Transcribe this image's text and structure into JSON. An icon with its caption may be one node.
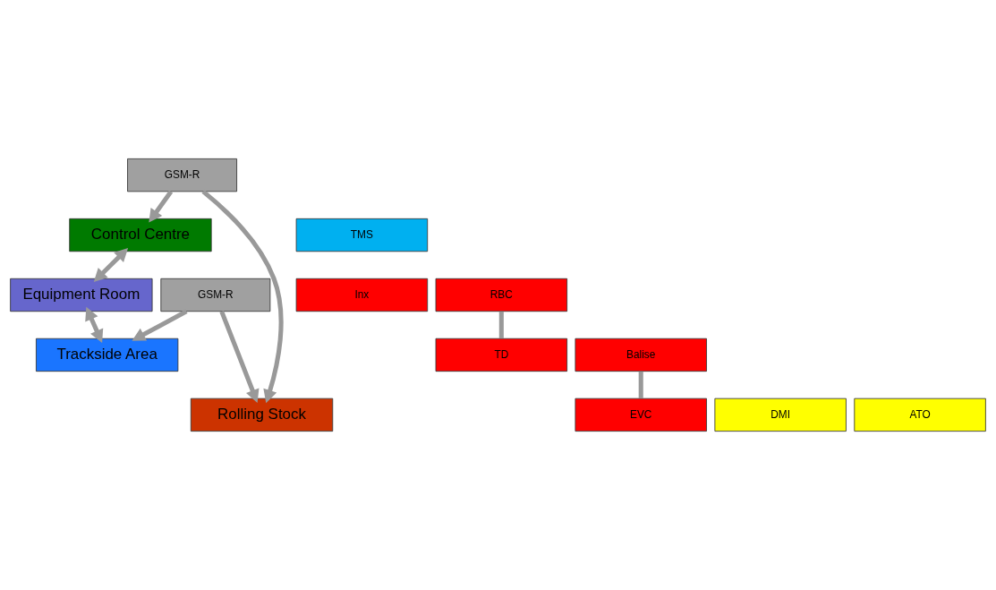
{
  "diagram": {
    "nodes": [
      {
        "text": [
          "Control Centre"
        ]
      },
      {
        "text": [
          "TMS"
        ]
      },
      {
        "text": [
          "Equipment Room"
        ]
      },
      {
        "text": [
          "Inx"
        ]
      },
      {
        "text": [
          "RBC"
        ]
      },
      {
        "text": [
          "Trackside Area"
        ]
      },
      {
        "text": [
          "TD"
        ]
      },
      {
        "text": [
          "Balise"
        ]
      },
      {
        "text": [
          "GSM-R"
        ]
      },
      {
        "text": [
          "GSM-R"
        ]
      },
      {
        "text": [
          "Rolling Stock"
        ]
      },
      {
        "text": [
          "EVC"
        ]
      },
      {
        "text": [
          "DMI"
        ]
      },
      {
        "text": [
          "ATO"
        ]
      }
    ],
    "edges": [
      {
        "from": 0,
        "to": 2,
        "arrow": "both"
      },
      {
        "from": 2,
        "to": 5,
        "arrow": "both"
      },
      {
        "from": 9,
        "to": 5,
        "arrow": "to"
      },
      {
        "from": 9,
        "to": 10,
        "arrow": "to"
      },
      {
        "from": 8,
        "to": 0,
        "arrow": "to"
      },
      {
        "from": 8,
        "to": 10,
        "arrow": "to"
      },
      {
        "from": 4,
        "to": 6,
        "arrow": "none"
      },
      {
        "from": 7,
        "to": 11,
        "arrow": "none"
      }
    ]
  }
}
